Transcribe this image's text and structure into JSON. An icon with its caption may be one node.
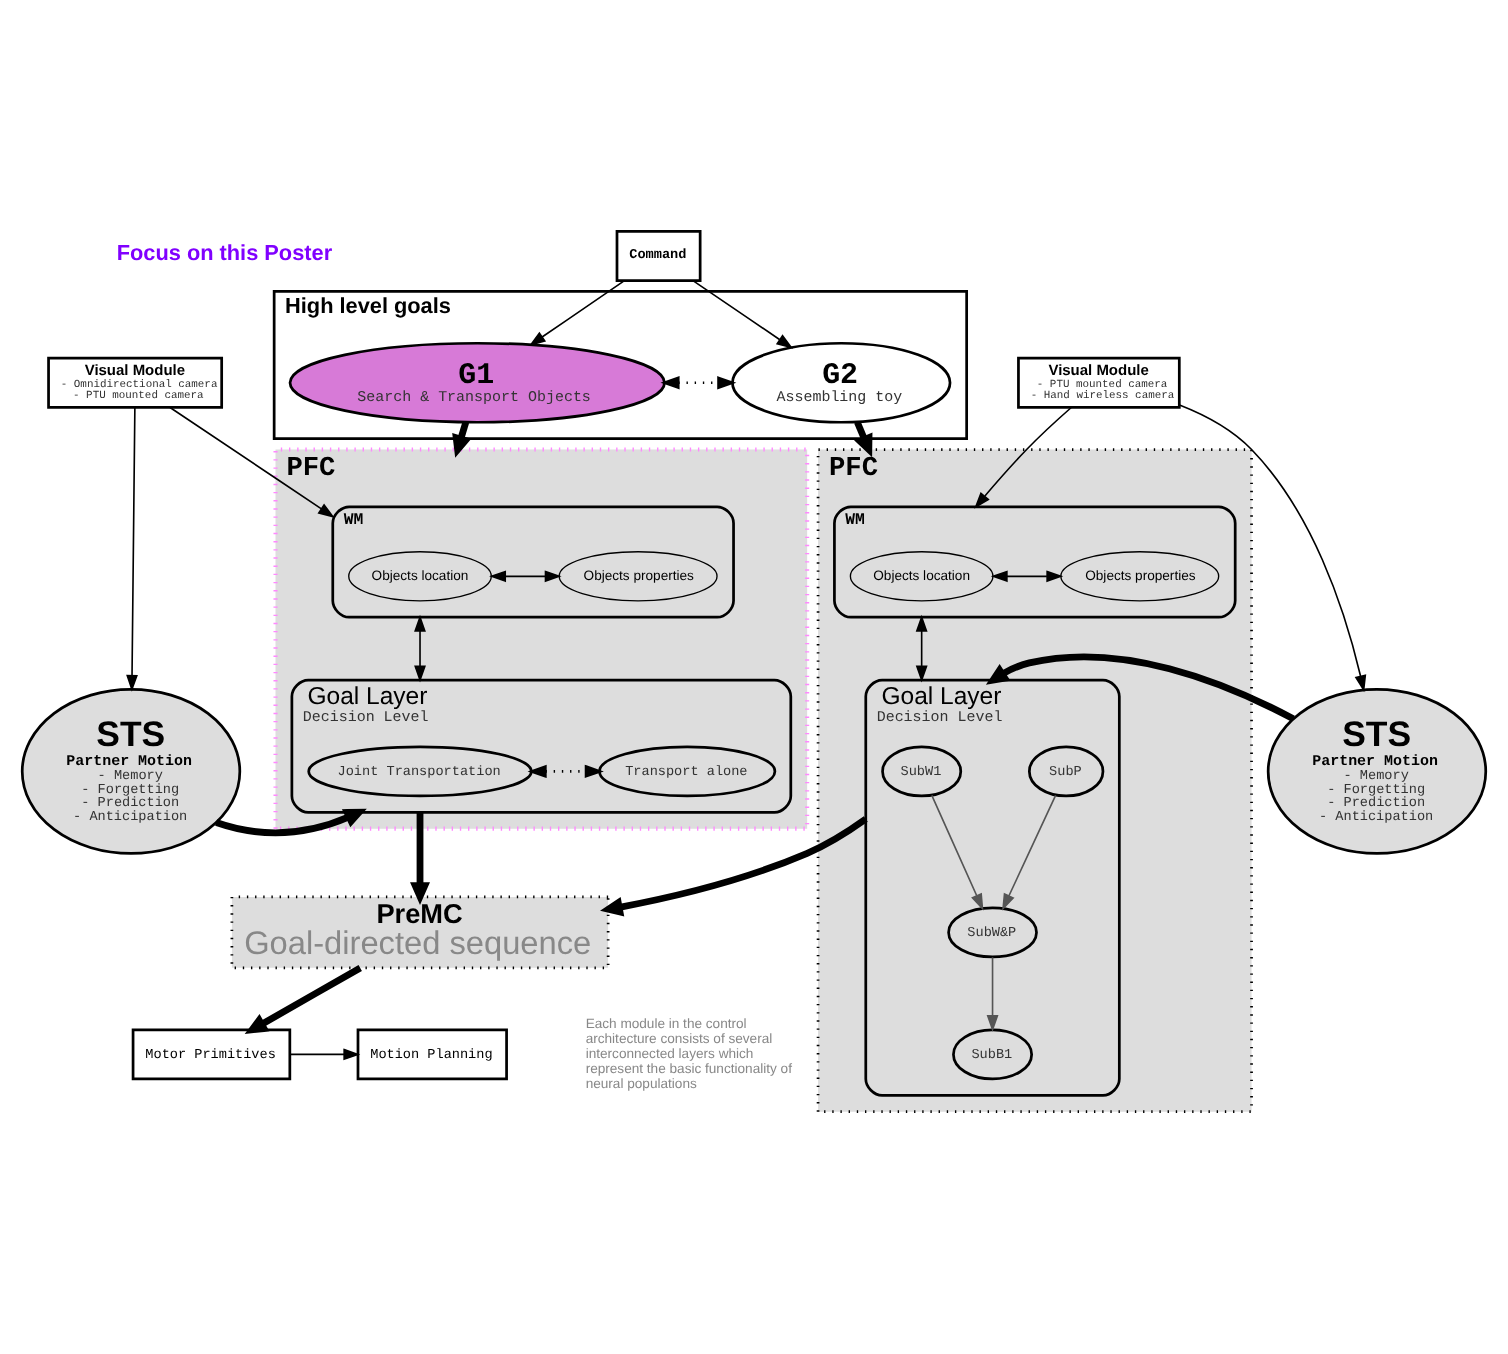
{
  "diagram": {
    "nodes": [
      {
        "text": [
          "Command"
        ]
      },
      {
        "text": [
          "High level goals"
        ]
      },
      {
        "text": [
          "G1",
          "Search & Transport Objects"
        ],
        "in": 1
      },
      {
        "text": [
          "G2",
          "Assembling toy"
        ],
        "in": 1
      },
      {
        "text": [
          "Visual Module",
          "- Omnidirectional camera",
          "- PTU mounted camera"
        ]
      },
      {
        "text": [
          "PFC"
        ]
      },
      {
        "text": [
          "WM"
        ],
        "in": 5
      },
      {
        "text": [
          "Objects location"
        ],
        "in": 6
      },
      {
        "text": [
          "Objects properties"
        ],
        "in": 6
      },
      {
        "text": [
          "Goal Layer",
          "Decision Level"
        ],
        "in": 5
      },
      {
        "text": [
          "Joint Transportation"
        ],
        "in": 9
      },
      {
        "text": [
          "Transport alone"
        ],
        "in": 9
      },
      {
        "text": [
          "STS",
          "Partner Motion",
          "- Memory",
          "- Forgetting",
          "- Prediction",
          "- Anticipation"
        ]
      },
      {
        "text": [
          "PFC"
        ]
      },
      {
        "text": [
          "WM"
        ],
        "in": 13
      },
      {
        "text": [
          "Objects location"
        ],
        "in": 14
      },
      {
        "text": [
          "Objects properties"
        ],
        "in": 14
      },
      {
        "text": [
          "Goal Layer",
          "Decision Level"
        ],
        "in": 13
      },
      {
        "text": [
          "SubW1"
        ],
        "in": 17
      },
      {
        "text": [
          "SubP"
        ],
        "in": 17
      },
      {
        "text": [
          "SubW&P"
        ],
        "in": 17
      },
      {
        "text": [
          "SubB1"
        ],
        "in": 17
      },
      {
        "text": [
          "Visual Module",
          "- PTU mounted camera",
          "- Hand wireless camera"
        ]
      },
      {
        "text": [
          "STS",
          "Partner Motion",
          "- Memory",
          "- Forgetting",
          "- Prediction",
          "- Anticipation"
        ]
      },
      {
        "text": [
          "PreMC",
          "Goal-directed sequence"
        ]
      },
      {
        "text": [
          "Motor Primitives"
        ]
      },
      {
        "text": [
          "Motion Planning"
        ]
      }
    ],
    "edges": [
      {
        "from": 0,
        "to": 2,
        "arrow": "to"
      },
      {
        "from": 0,
        "to": 3,
        "arrow": "to"
      },
      {
        "from": 2,
        "to": 3,
        "arrow": "both",
        "style": "dashed"
      },
      {
        "from": 2,
        "to": 5,
        "arrow": "to",
        "style": "thick"
      },
      {
        "from": 3,
        "to": 13,
        "arrow": "to",
        "style": "thick"
      },
      {
        "from": 4,
        "to": 6,
        "arrow": "to"
      },
      {
        "from": 4,
        "to": 12,
        "arrow": "to"
      },
      {
        "from": 7,
        "to": 8,
        "arrow": "both"
      },
      {
        "from": 6,
        "to": 9,
        "arrow": "both"
      },
      {
        "from": 12,
        "to": 9,
        "arrow": "to",
        "style": "thick"
      },
      {
        "from": 10,
        "to": 11,
        "arrow": "both",
        "style": "dashed"
      },
      {
        "from": 22,
        "to": 14,
        "arrow": "to"
      },
      {
        "from": 22,
        "to": 23,
        "arrow": "to"
      },
      {
        "from": 15,
        "to": 16,
        "arrow": "both"
      },
      {
        "from": 14,
        "to": 17,
        "arrow": "both"
      },
      {
        "from": 23,
        "to": 17,
        "arrow": "to",
        "style": "thick"
      },
      {
        "from": 18,
        "to": 20,
        "arrow": "to",
        "color": "#555555"
      },
      {
        "from": 19,
        "to": 20,
        "arrow": "to",
        "color": "#555555"
      },
      {
        "from": 20,
        "to": 21,
        "arrow": "to",
        "color": "#555555"
      },
      {
        "from": 9,
        "to": 24,
        "arrow": "to",
        "style": "thick"
      },
      {
        "from": 17,
        "to": 24,
        "arrow": "to",
        "style": "thick"
      },
      {
        "from": 24,
        "to": 25,
        "arrow": "to",
        "style": "thick"
      },
      {
        "from": 25,
        "to": 26,
        "arrow": "to"
      }
    ],
    "labels": [
      "Focus on this Poster",
      "Each module in the control architecture consists of several interconnected layers which represent the basic functionality of neural populations"
    ]
  }
}
